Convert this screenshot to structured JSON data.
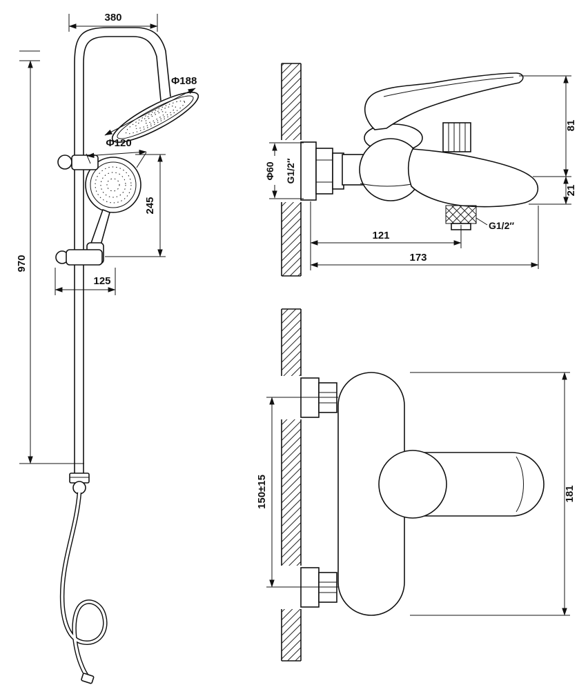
{
  "drawing": {
    "background_color": "#ffffff",
    "line_color": "#111111",
    "column_view": {
      "label": "shower-column",
      "dim_top_width": "380",
      "dim_head_diameter": "Φ188",
      "dim_hand_diameter": "Φ120",
      "dim_hand_drop": "245",
      "dim_column_height": "970",
      "dim_bracket_offset": "125"
    },
    "side_view": {
      "label": "bath-mixer-side",
      "dim_handle_height": "81",
      "dim_spout_drop": "21",
      "dim_flange_diameter": "Φ60",
      "dim_wall_thread": "G1/2″",
      "dim_outlet_thread": "G1/2″",
      "dim_outlet_reach": "121",
      "dim_spout_reach": "173"
    },
    "front_view": {
      "label": "bath-mixer-front",
      "dim_center_distance": "150±15",
      "dim_body_height": "181"
    }
  }
}
